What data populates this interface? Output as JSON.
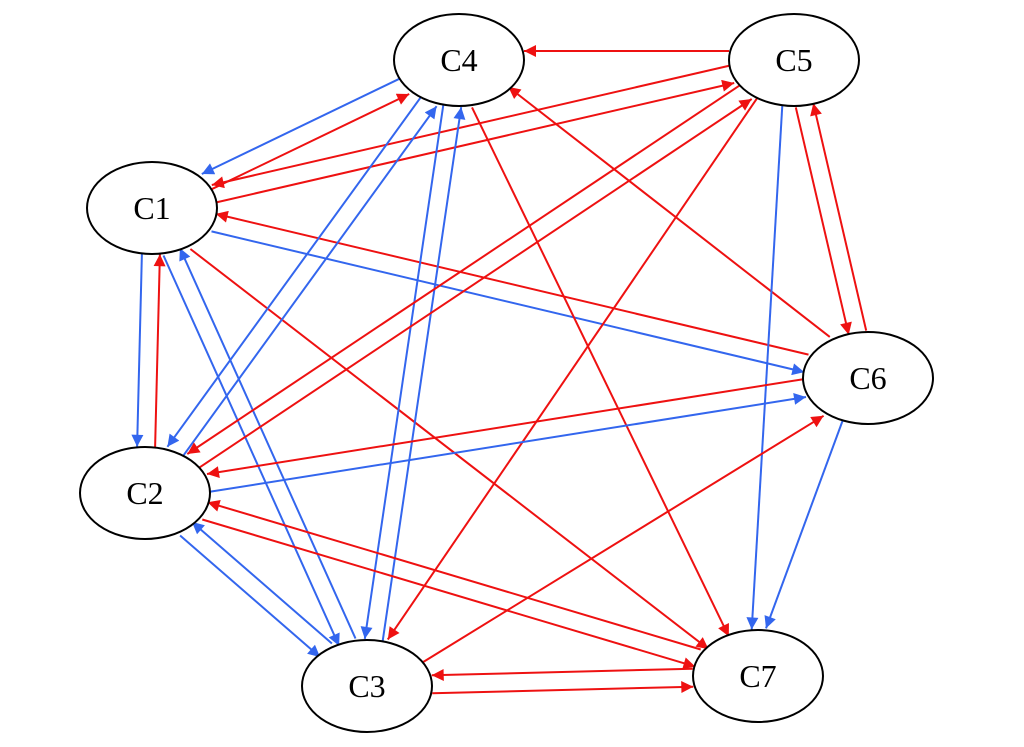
{
  "nodes": [
    {
      "id": "C1",
      "label": "C1"
    },
    {
      "id": "C2",
      "label": "C2"
    },
    {
      "id": "C3",
      "label": "C3"
    },
    {
      "id": "C4",
      "label": "C4"
    },
    {
      "id": "C5",
      "label": "C5"
    },
    {
      "id": "C6",
      "label": "C6"
    },
    {
      "id": "C7",
      "label": "C7"
    }
  ],
  "colors": {
    "blue": "#3366ee",
    "red": "#ee1111"
  },
  "edges": [
    {
      "from": "C4",
      "to": "C1",
      "color": "blue"
    },
    {
      "from": "C1",
      "to": "C4",
      "color": "red"
    },
    {
      "from": "C1",
      "to": "C5",
      "color": "red"
    },
    {
      "from": "C5",
      "to": "C1",
      "color": "red"
    },
    {
      "from": "C5",
      "to": "C4",
      "color": "red"
    },
    {
      "from": "C1",
      "to": "C6",
      "color": "blue"
    },
    {
      "from": "C6",
      "to": "C1",
      "color": "red"
    },
    {
      "from": "C1",
      "to": "C2",
      "color": "blue"
    },
    {
      "from": "C2",
      "to": "C1",
      "color": "red"
    },
    {
      "from": "C1",
      "to": "C3",
      "color": "blue"
    },
    {
      "from": "C3",
      "to": "C1",
      "color": "blue"
    },
    {
      "from": "C1",
      "to": "C7",
      "color": "red"
    },
    {
      "from": "C4",
      "to": "C2",
      "color": "blue"
    },
    {
      "from": "C2",
      "to": "C4",
      "color": "blue"
    },
    {
      "from": "C4",
      "to": "C3",
      "color": "blue"
    },
    {
      "from": "C3",
      "to": "C4",
      "color": "blue"
    },
    {
      "from": "C4",
      "to": "C7",
      "color": "red"
    },
    {
      "from": "C6",
      "to": "C4",
      "color": "red"
    },
    {
      "from": "C5",
      "to": "C2",
      "color": "red"
    },
    {
      "from": "C2",
      "to": "C5",
      "color": "red"
    },
    {
      "from": "C5",
      "to": "C3",
      "color": "red"
    },
    {
      "from": "C5",
      "to": "C7",
      "color": "blue"
    },
    {
      "from": "C5",
      "to": "C6",
      "color": "red"
    },
    {
      "from": "C6",
      "to": "C5",
      "color": "red"
    },
    {
      "from": "C6",
      "to": "C2",
      "color": "red"
    },
    {
      "from": "C2",
      "to": "C6",
      "color": "blue"
    },
    {
      "from": "C6",
      "to": "C7",
      "color": "blue"
    },
    {
      "from": "C3",
      "to": "C6",
      "color": "red"
    },
    {
      "from": "C2",
      "to": "C3",
      "color": "blue"
    },
    {
      "from": "C3",
      "to": "C2",
      "color": "blue"
    },
    {
      "from": "C7",
      "to": "C2",
      "color": "red"
    },
    {
      "from": "C2",
      "to": "C7",
      "color": "red"
    },
    {
      "from": "C7",
      "to": "C3",
      "color": "red"
    },
    {
      "from": "C3",
      "to": "C7",
      "color": "red"
    }
  ]
}
